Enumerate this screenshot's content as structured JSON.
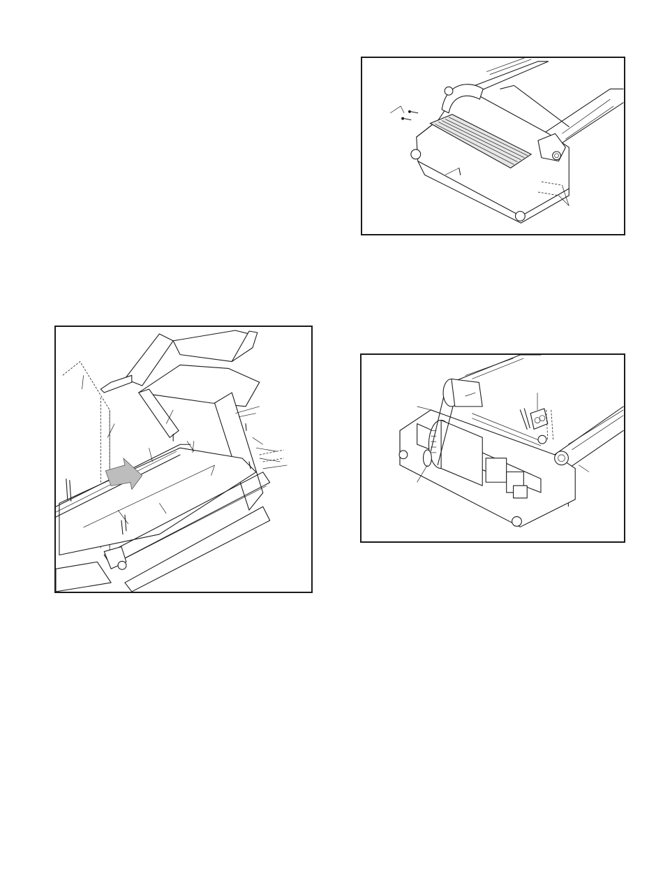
{
  "figures": [
    {
      "id": "top-right",
      "description_hidden": false
    },
    {
      "id": "left"
    },
    {
      "id": "bottom-right"
    }
  ]
}
